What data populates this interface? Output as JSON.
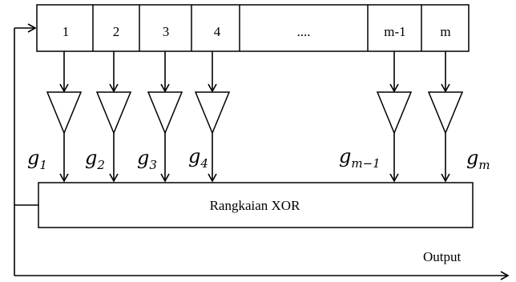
{
  "register": {
    "cells": [
      "1",
      "2",
      "3",
      "4",
      "....",
      "m-1",
      "m"
    ]
  },
  "gain_labels": [
    {
      "base": "g",
      "sub": "1"
    },
    {
      "base": "g",
      "sub": "2"
    },
    {
      "base": "g",
      "sub": "3"
    },
    {
      "base": "g",
      "sub": "4"
    },
    {
      "base": "g",
      "sub": "m−1"
    },
    {
      "base": "g",
      "sub": "m"
    }
  ],
  "xor_block": {
    "label": "Rangkaian XOR"
  },
  "output": {
    "label": "Output"
  }
}
